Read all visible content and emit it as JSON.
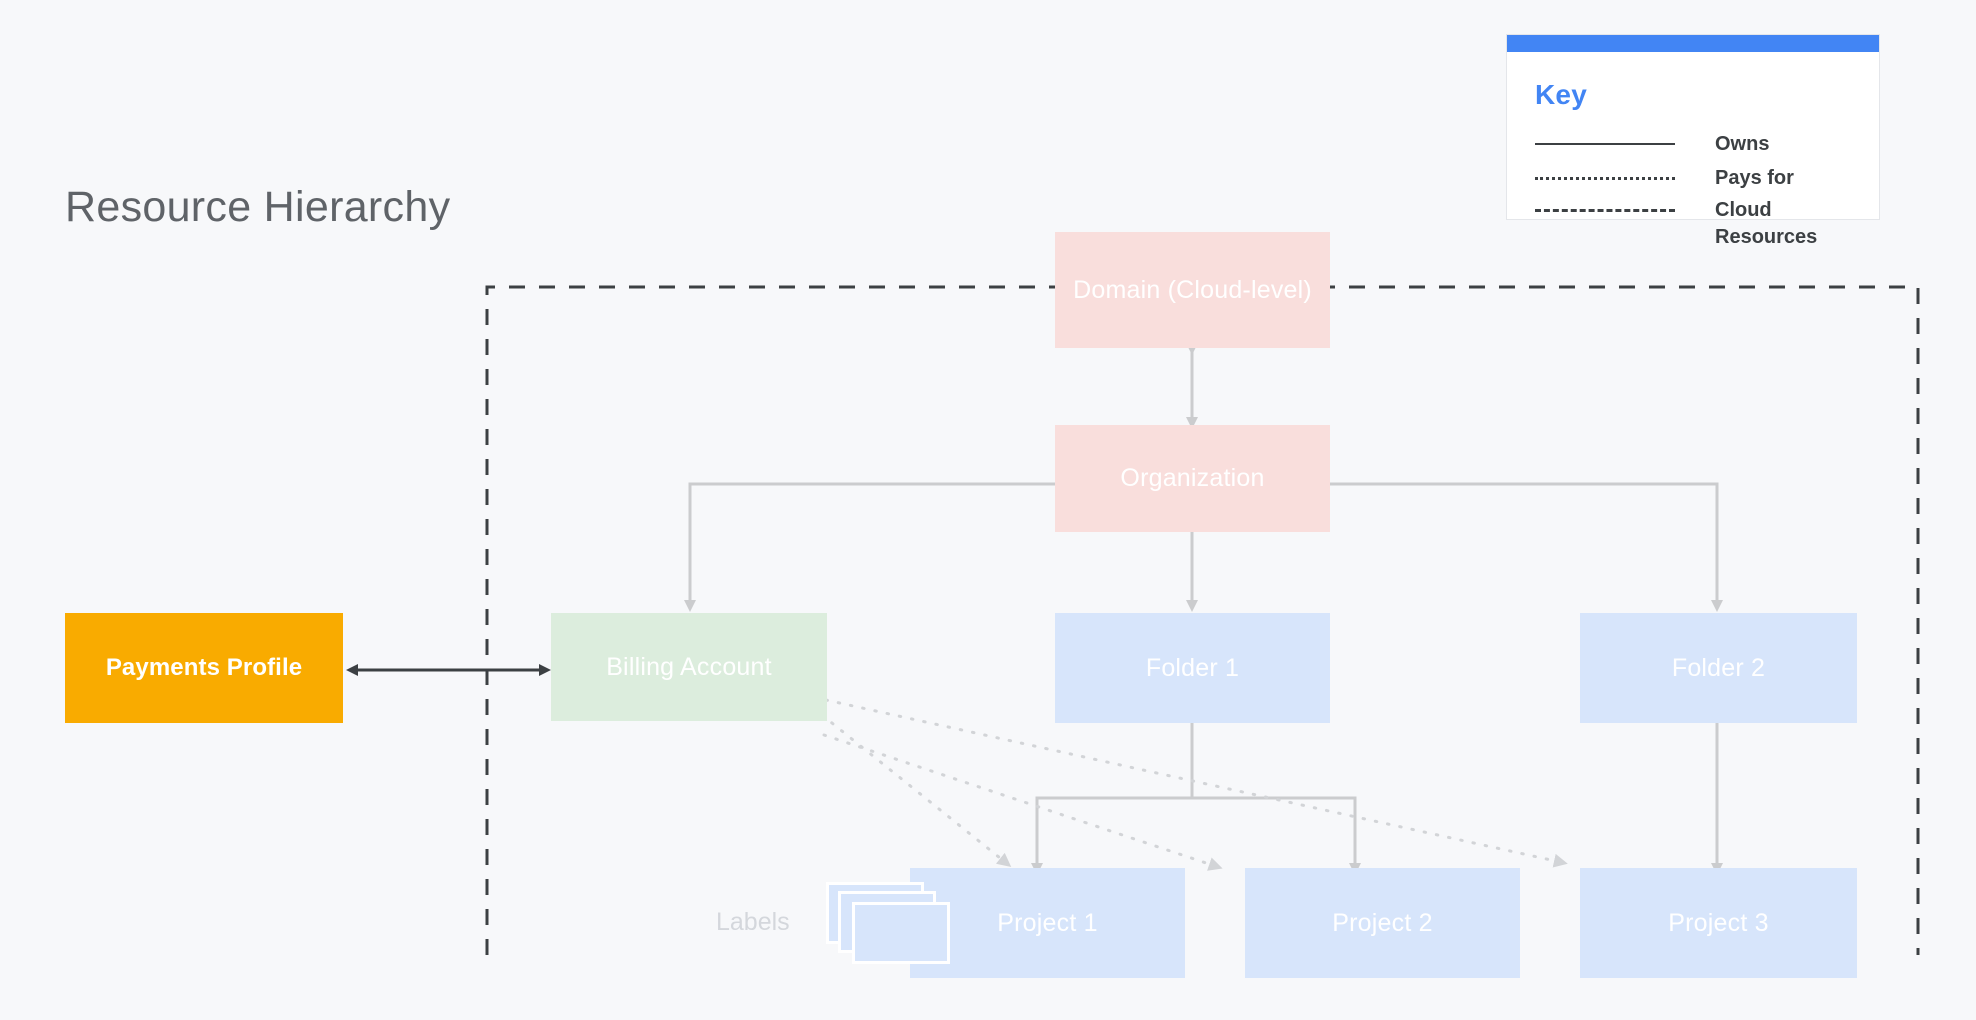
{
  "diagram": {
    "title": "Resource Hierarchy",
    "labels_caption": "Labels",
    "colors": {
      "canvas_background": "#F7F8FA",
      "pink_node": "#F9DEDC",
      "green_node": "#DCEDDD",
      "blue_node": "#D7E5FB",
      "amber_node": "#F9AB00",
      "accent_blue": "#4285F4",
      "connector_gray": "#CBCCCE",
      "boundary_dark": "#3C4043",
      "title_gray": "#5F6368"
    }
  },
  "legend": {
    "title": "Key",
    "rows": [
      {
        "style": "solid",
        "label": "Owns"
      },
      {
        "style": "dotted",
        "label": "Pays for"
      },
      {
        "style": "dashed",
        "label": "Cloud Resources"
      }
    ]
  },
  "nodes": [
    {
      "id": "domain",
      "label": "Domain (Cloud-level)",
      "color": "pink"
    },
    {
      "id": "organization",
      "label": "Organization",
      "color": "pink"
    },
    {
      "id": "billing_account",
      "label": "Billing Account",
      "color": "green"
    },
    {
      "id": "folder_1",
      "label": "Folder 1",
      "color": "blue"
    },
    {
      "id": "folder_2",
      "label": "Folder 2",
      "color": "blue"
    },
    {
      "id": "project_1",
      "label": "Project 1",
      "color": "blue"
    },
    {
      "id": "project_2",
      "label": "Project 2",
      "color": "blue"
    },
    {
      "id": "project_3",
      "label": "Project 3",
      "color": "blue"
    },
    {
      "id": "payments_profile",
      "label": "Payments Profile",
      "color": "amber"
    }
  ],
  "edges": [
    {
      "from": "domain",
      "to": "organization",
      "relation": "owns",
      "style": "solid-double"
    },
    {
      "from": "organization",
      "to": "billing_account",
      "relation": "owns",
      "style": "solid"
    },
    {
      "from": "organization",
      "to": "folder_1",
      "relation": "owns",
      "style": "solid"
    },
    {
      "from": "organization",
      "to": "folder_2",
      "relation": "owns",
      "style": "solid"
    },
    {
      "from": "folder_1",
      "to": "project_1",
      "relation": "owns",
      "style": "solid"
    },
    {
      "from": "folder_1",
      "to": "project_2",
      "relation": "owns",
      "style": "solid"
    },
    {
      "from": "folder_2",
      "to": "project_3",
      "relation": "owns",
      "style": "solid"
    },
    {
      "from": "billing_account",
      "to": "project_1",
      "relation": "pays for",
      "style": "dotted"
    },
    {
      "from": "billing_account",
      "to": "project_2",
      "relation": "pays for",
      "style": "dotted"
    },
    {
      "from": "billing_account",
      "to": "project_3",
      "relation": "pays for",
      "style": "dotted"
    },
    {
      "from": "payments_profile",
      "to": "billing_account",
      "relation": "owns",
      "style": "solid-double-dark"
    }
  ],
  "boundary": {
    "label": "Cloud Resources",
    "style": "dashed"
  }
}
